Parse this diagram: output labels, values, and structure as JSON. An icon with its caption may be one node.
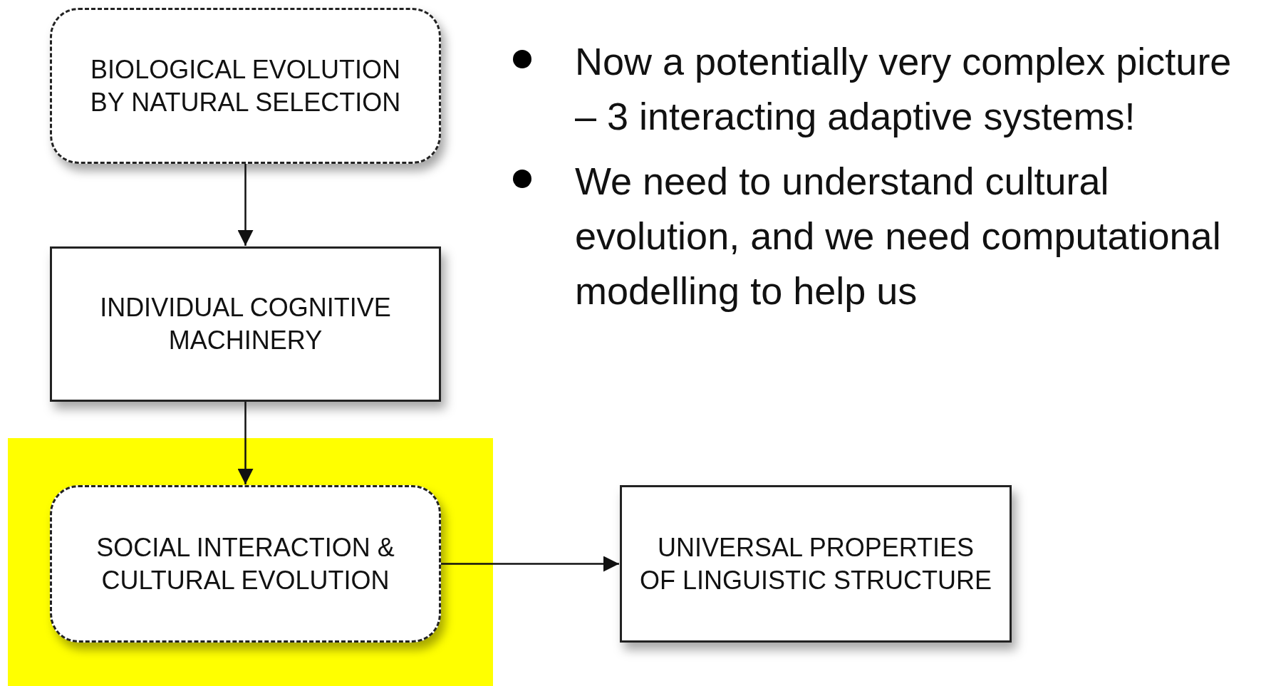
{
  "diagram": {
    "nodes": [
      {
        "text": [
          "BIOLOGICAL EVOLUTION BY NATURAL SELECTION"
        ]
      },
      {
        "text": [
          "INDIVIDUAL COGNITIVE MACHINERY"
        ]
      },
      {
        "text": [
          "SOCIAL INTERACTION & CULTURAL EVOLUTION"
        ]
      },
      {
        "text": [
          "UNIVERSAL PROPERTIES OF LINGUISTIC STRUCTURE"
        ]
      }
    ],
    "edges": [
      {
        "from": 0,
        "to": 1,
        "arrow": "to"
      },
      {
        "from": 1,
        "to": 2,
        "arrow": "to"
      },
      {
        "from": 2,
        "to": 3,
        "arrow": "to"
      }
    ],
    "labels": [
      "Now a potentially very complex picture – 3 interacting adaptive systems!",
      "We need to understand cultural evolution, and we need computational modelling to help us"
    ]
  }
}
